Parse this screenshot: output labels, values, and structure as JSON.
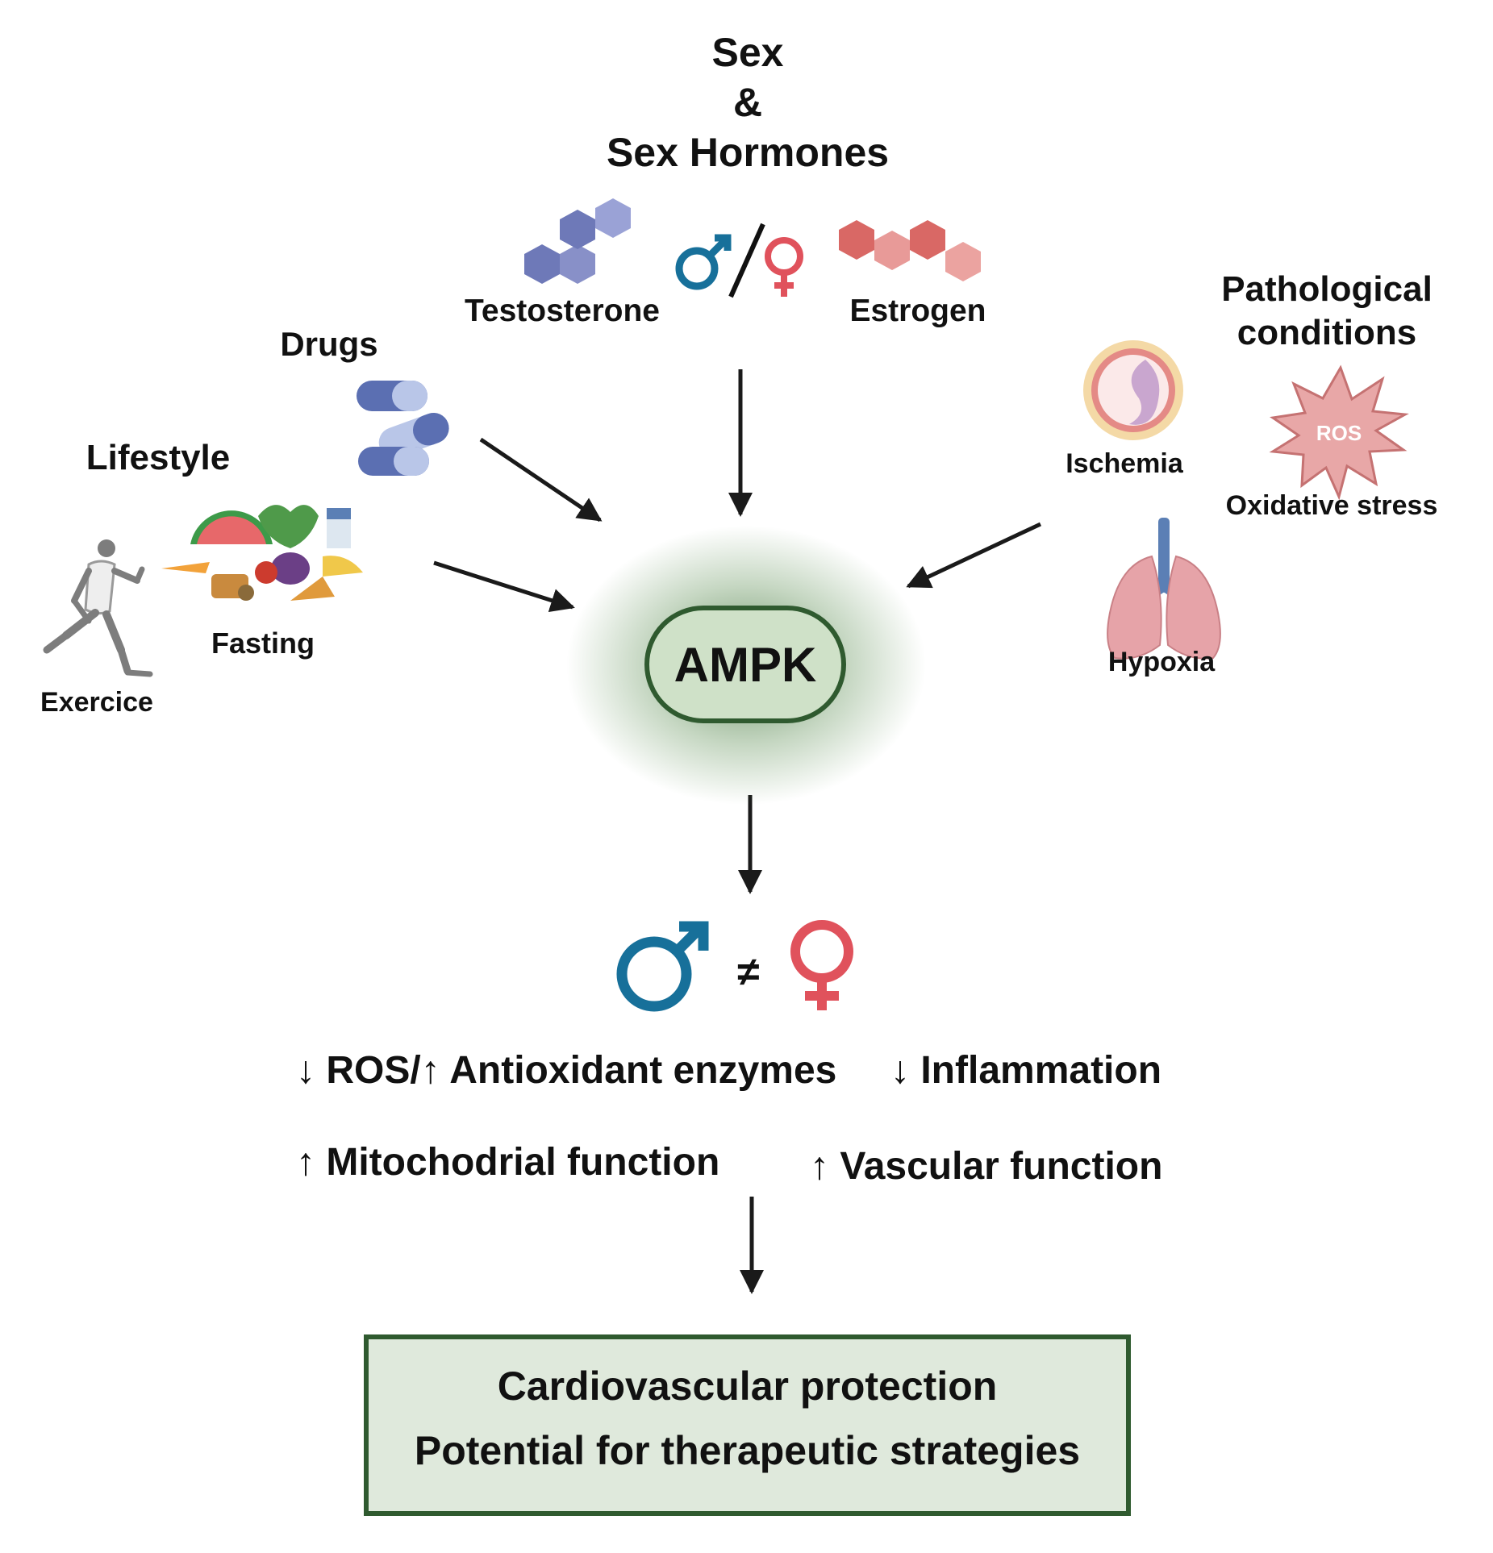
{
  "title": {
    "line1": "Sex",
    "line2": "&",
    "line3": "Sex Hormones"
  },
  "hormones": {
    "testosterone": "Testosterone",
    "estrogen": "Estrogen"
  },
  "inputs": {
    "drugs": "Drugs",
    "lifestyle": "Lifestyle",
    "fasting": "Fasting",
    "exercise": "Exercice"
  },
  "pathology": {
    "heading_line1": "Pathological",
    "heading_line2": "conditions",
    "ischemia": "Ischemia",
    "ros_badge": "ROS",
    "oxidative_stress": "Oxidative stress",
    "hypoxia": "Hypoxia"
  },
  "hub": {
    "label": "AMPK"
  },
  "sex_difference": {
    "not_equal": "≠"
  },
  "effects": {
    "ros": "↓ ROS/↑ Antioxidant enzymes",
    "inflammation": "↓ Inflammation",
    "mitochondrial": "↑ Mitochodrial function",
    "vascular": "↑ Vascular function"
  },
  "outcome": {
    "line1": "Cardiovascular protection",
    "line2": "Potential for therapeutic strategies"
  },
  "colors": {
    "male": "#17709a",
    "female": "#e0525c",
    "testosterone": "#6e79b8",
    "estrogen": "#e07a78",
    "ampk_border": "#2f5a2f",
    "ampk_fill": "#cfe1c8",
    "outcome_fill": "#dfe9dc",
    "arrow": "#1a1a1a"
  }
}
